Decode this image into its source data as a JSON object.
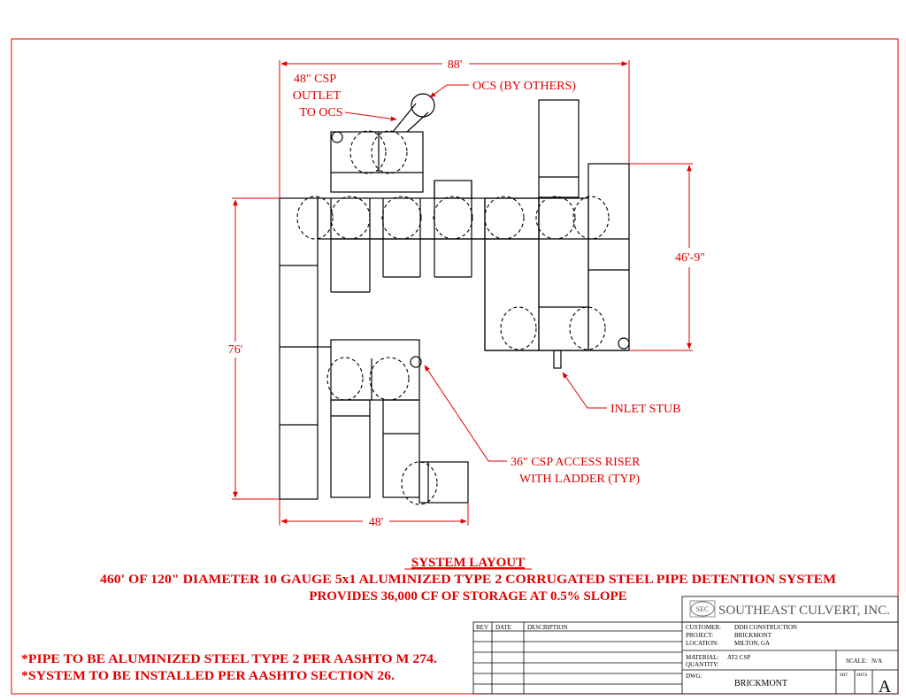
{
  "dimensions": {
    "top_width": "88'",
    "bottom_width": "48'",
    "left_height": "76'",
    "right_height": "46'-9\""
  },
  "callouts": {
    "outlet_line1": "48\" CSP",
    "outlet_line2": "OUTLET",
    "outlet_line3": "TO OCS",
    "ocs": "OCS (BY OTHERS)",
    "inlet_stub": "INLET STUB",
    "riser_line1": "36\" CSP ACCESS RISER",
    "riser_line2": "WITH LADDER (TYP)"
  },
  "system": {
    "title": "SYSTEM LAYOUT",
    "line1": "460' OF 120\" DIAMETER 10 GAUGE 5x1 ALUMINIZED TYPE 2 CORRUGATED STEEL PIPE DETENTION SYSTEM",
    "line2": "PROVIDES 36,000 CF OF STORAGE AT 0.5% SLOPE"
  },
  "notes": {
    "note1": "*PIPE TO BE ALUMINIZED STEEL TYPE 2 PER AASHTO M 274.",
    "note2": "*SYSTEM TO BE INSTALLED PER AASHTO SECTION 26."
  },
  "title_block": {
    "company": "SOUTHEAST CULVERT, INC.",
    "logo_mark": "SEC",
    "rev_header": "REV",
    "date_header": "DATE",
    "desc_header": "DESCRIPTION",
    "customer_label": "CUSTOMER:",
    "customer": "DDH CONSTRUCTION",
    "project_label": "PROJECT:",
    "project": "BRICKMONT",
    "location_label": "LOCATION:",
    "location": "MILTON, GA",
    "material_label": "MATERIAL:",
    "material": "AT2 CSP",
    "quantity_label": "QUANTITY:",
    "scale_label": "SCALE:",
    "scale": "N/A",
    "dwg_label": "DWG:",
    "dwg": "BRICKMONT",
    "sht_label": "SHT",
    "shts_label": "SHTS",
    "size": "A"
  },
  "colors": {
    "annotation": "#e00000",
    "linework": "#000000"
  }
}
